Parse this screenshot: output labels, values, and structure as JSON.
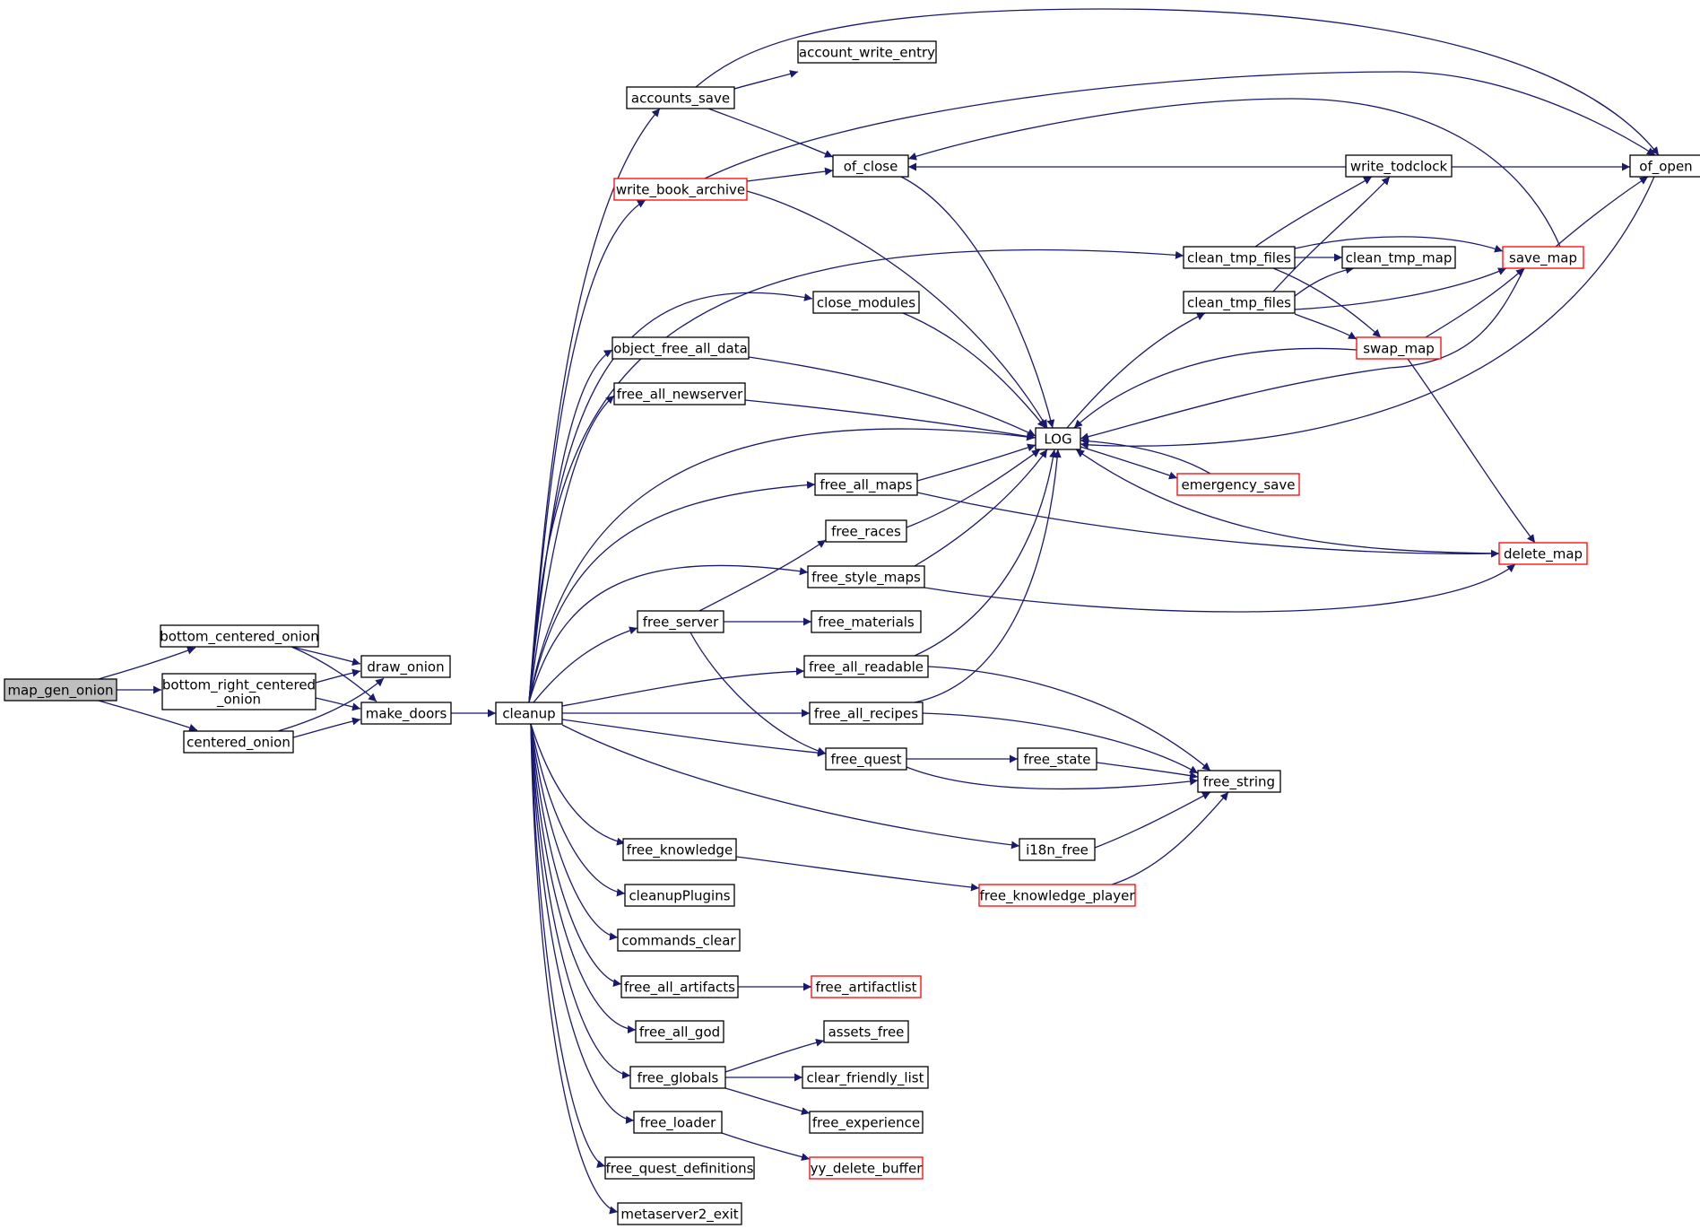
{
  "nodes": [
    {
      "id": "map_gen_onion",
      "label": [
        "map_gen_onion"
      ],
      "kind": "root"
    },
    {
      "id": "bottom_centered_onion",
      "label": [
        "bottom_centered_onion"
      ],
      "kind": "normal"
    },
    {
      "id": "bottom_right_centered_onion",
      "label": [
        "bottom_right_centered",
        "_onion"
      ],
      "kind": "normal"
    },
    {
      "id": "centered_onion",
      "label": [
        "centered_onion"
      ],
      "kind": "normal"
    },
    {
      "id": "draw_onion",
      "label": [
        "draw_onion"
      ],
      "kind": "normal"
    },
    {
      "id": "make_doors",
      "label": [
        "make_doors"
      ],
      "kind": "normal"
    },
    {
      "id": "cleanup",
      "label": [
        "cleanup"
      ],
      "kind": "normal"
    },
    {
      "id": "accounts_save",
      "label": [
        "accounts_save"
      ],
      "kind": "normal"
    },
    {
      "id": "account_write_entry",
      "label": [
        "account_write_entry"
      ],
      "kind": "normal"
    },
    {
      "id": "write_book_archive",
      "label": [
        "write_book_archive"
      ],
      "kind": "truncated"
    },
    {
      "id": "of_close",
      "label": [
        "of_close"
      ],
      "kind": "normal"
    },
    {
      "id": "write_todclock",
      "label": [
        "write_todclock"
      ],
      "kind": "normal"
    },
    {
      "id": "of_open",
      "label": [
        "of_open"
      ],
      "kind": "normal"
    },
    {
      "id": "clean_tmp_files_1",
      "label": [
        "clean_tmp_files"
      ],
      "kind": "normal"
    },
    {
      "id": "clean_tmp_map",
      "label": [
        "clean_tmp_map"
      ],
      "kind": "normal"
    },
    {
      "id": "save_map",
      "label": [
        "save_map"
      ],
      "kind": "truncated"
    },
    {
      "id": "clean_tmp_files_2",
      "label": [
        "clean_tmp_files"
      ],
      "kind": "normal"
    },
    {
      "id": "swap_map",
      "label": [
        "swap_map"
      ],
      "kind": "truncated"
    },
    {
      "id": "close_modules",
      "label": [
        "close_modules"
      ],
      "kind": "normal"
    },
    {
      "id": "object_free_all_data",
      "label": [
        "object_free_all_data"
      ],
      "kind": "normal"
    },
    {
      "id": "free_all_newserver",
      "label": [
        "free_all_newserver"
      ],
      "kind": "normal"
    },
    {
      "id": "LOG",
      "label": [
        "LOG"
      ],
      "kind": "normal"
    },
    {
      "id": "free_all_maps",
      "label": [
        "free_all_maps"
      ],
      "kind": "normal"
    },
    {
      "id": "emergency_save",
      "label": [
        "emergency_save"
      ],
      "kind": "truncated"
    },
    {
      "id": "free_races",
      "label": [
        "free_races"
      ],
      "kind": "normal"
    },
    {
      "id": "delete_map",
      "label": [
        "delete_map"
      ],
      "kind": "truncated"
    },
    {
      "id": "free_style_maps",
      "label": [
        "free_style_maps"
      ],
      "kind": "normal"
    },
    {
      "id": "free_server",
      "label": [
        "free_server"
      ],
      "kind": "normal"
    },
    {
      "id": "free_materials",
      "label": [
        "free_materials"
      ],
      "kind": "normal"
    },
    {
      "id": "free_all_readable",
      "label": [
        "free_all_readable"
      ],
      "kind": "normal"
    },
    {
      "id": "free_all_recipes",
      "label": [
        "free_all_recipes"
      ],
      "kind": "normal"
    },
    {
      "id": "free_quest",
      "label": [
        "free_quest"
      ],
      "kind": "normal"
    },
    {
      "id": "free_state",
      "label": [
        "free_state"
      ],
      "kind": "normal"
    },
    {
      "id": "free_string",
      "label": [
        "free_string"
      ],
      "kind": "normal"
    },
    {
      "id": "i18n_free",
      "label": [
        "i18n_free"
      ],
      "kind": "normal"
    },
    {
      "id": "free_knowledge",
      "label": [
        "free_knowledge"
      ],
      "kind": "normal"
    },
    {
      "id": "free_knowledge_player",
      "label": [
        "free_knowledge_player"
      ],
      "kind": "truncated"
    },
    {
      "id": "cleanupPlugins",
      "label": [
        "cleanupPlugins"
      ],
      "kind": "normal"
    },
    {
      "id": "commands_clear",
      "label": [
        "commands_clear"
      ],
      "kind": "normal"
    },
    {
      "id": "free_all_artifacts",
      "label": [
        "free_all_artifacts"
      ],
      "kind": "normal"
    },
    {
      "id": "free_artifactlist",
      "label": [
        "free_artifactlist"
      ],
      "kind": "truncated"
    },
    {
      "id": "free_all_god",
      "label": [
        "free_all_god"
      ],
      "kind": "normal"
    },
    {
      "id": "assets_free",
      "label": [
        "assets_free"
      ],
      "kind": "normal"
    },
    {
      "id": "free_globals",
      "label": [
        "free_globals"
      ],
      "kind": "normal"
    },
    {
      "id": "clear_friendly_list",
      "label": [
        "clear_friendly_list"
      ],
      "kind": "normal"
    },
    {
      "id": "free_experience",
      "label": [
        "free_experience"
      ],
      "kind": "normal"
    },
    {
      "id": "free_loader",
      "label": [
        "free_loader"
      ],
      "kind": "normal"
    },
    {
      "id": "yy_delete_buffer",
      "label": [
        "yy_delete_buffer"
      ],
      "kind": "truncated"
    },
    {
      "id": "free_quest_definitions",
      "label": [
        "free_quest_definitions"
      ],
      "kind": "normal"
    },
    {
      "id": "metaserver2_exit",
      "label": [
        "metaserver2_exit"
      ],
      "kind": "normal"
    }
  ],
  "edges": [
    [
      "map_gen_onion",
      "bottom_centered_onion"
    ],
    [
      "map_gen_onion",
      "bottom_right_centered_onion"
    ],
    [
      "map_gen_onion",
      "centered_onion"
    ],
    [
      "bottom_centered_onion",
      "draw_onion"
    ],
    [
      "bottom_centered_onion",
      "make_doors"
    ],
    [
      "bottom_right_centered_onion",
      "draw_onion"
    ],
    [
      "bottom_right_centered_onion",
      "make_doors"
    ],
    [
      "centered_onion",
      "draw_onion"
    ],
    [
      "centered_onion",
      "make_doors"
    ],
    [
      "make_doors",
      "cleanup"
    ],
    [
      "cleanup",
      "accounts_save"
    ],
    [
      "cleanup",
      "write_book_archive"
    ],
    [
      "cleanup",
      "clean_tmp_files_1"
    ],
    [
      "cleanup",
      "close_modules"
    ],
    [
      "cleanup",
      "object_free_all_data"
    ],
    [
      "cleanup",
      "free_all_newserver"
    ],
    [
      "cleanup",
      "LOG"
    ],
    [
      "cleanup",
      "free_all_maps"
    ],
    [
      "cleanup",
      "free_style_maps"
    ],
    [
      "cleanup",
      "free_server"
    ],
    [
      "cleanup",
      "free_all_readable"
    ],
    [
      "cleanup",
      "free_all_recipes"
    ],
    [
      "cleanup",
      "free_quest"
    ],
    [
      "cleanup",
      "i18n_free"
    ],
    [
      "cleanup",
      "free_knowledge"
    ],
    [
      "cleanup",
      "cleanupPlugins"
    ],
    [
      "cleanup",
      "commands_clear"
    ],
    [
      "cleanup",
      "free_all_artifacts"
    ],
    [
      "cleanup",
      "free_all_god"
    ],
    [
      "cleanup",
      "free_globals"
    ],
    [
      "cleanup",
      "free_loader"
    ],
    [
      "cleanup",
      "free_quest_definitions"
    ],
    [
      "cleanup",
      "metaserver2_exit"
    ],
    [
      "accounts_save",
      "account_write_entry"
    ],
    [
      "accounts_save",
      "of_close"
    ],
    [
      "accounts_save",
      "of_open"
    ],
    [
      "write_book_archive",
      "of_close"
    ],
    [
      "write_book_archive",
      "of_open"
    ],
    [
      "write_book_archive",
      "LOG"
    ],
    [
      "of_close",
      "LOG"
    ],
    [
      "write_todclock",
      "of_close"
    ],
    [
      "write_todclock",
      "of_open"
    ],
    [
      "clean_tmp_files_1",
      "write_todclock"
    ],
    [
      "clean_tmp_files_1",
      "clean_tmp_map"
    ],
    [
      "clean_tmp_files_1",
      "save_map"
    ],
    [
      "clean_tmp_files_1",
      "swap_map"
    ],
    [
      "clean_tmp_files_2",
      "write_todclock"
    ],
    [
      "clean_tmp_files_2",
      "clean_tmp_map"
    ],
    [
      "clean_tmp_files_2",
      "save_map"
    ],
    [
      "clean_tmp_files_2",
      "swap_map"
    ],
    [
      "save_map",
      "of_open"
    ],
    [
      "save_map",
      "of_close"
    ],
    [
      "save_map",
      "LOG"
    ],
    [
      "swap_map",
      "save_map"
    ],
    [
      "swap_map",
      "LOG"
    ],
    [
      "swap_map",
      "delete_map"
    ],
    [
      "of_open",
      "LOG"
    ],
    [
      "LOG",
      "clean_tmp_files_2"
    ],
    [
      "LOG",
      "emergency_save"
    ],
    [
      "emergency_save",
      "LOG"
    ],
    [
      "delete_map",
      "LOG"
    ],
    [
      "close_modules",
      "LOG"
    ],
    [
      "object_free_all_data",
      "LOG"
    ],
    [
      "free_all_newserver",
      "LOG"
    ],
    [
      "free_all_maps",
      "LOG"
    ],
    [
      "free_all_maps",
      "delete_map"
    ],
    [
      "free_races",
      "LOG"
    ],
    [
      "free_style_maps",
      "LOG"
    ],
    [
      "free_style_maps",
      "delete_map"
    ],
    [
      "free_server",
      "free_races"
    ],
    [
      "free_server",
      "free_materials"
    ],
    [
      "free_server",
      "free_quest"
    ],
    [
      "free_all_readable",
      "LOG"
    ],
    [
      "free_all_readable",
      "free_string"
    ],
    [
      "free_all_recipes",
      "LOG"
    ],
    [
      "free_all_recipes",
      "free_string"
    ],
    [
      "free_quest",
      "free_state"
    ],
    [
      "free_quest",
      "free_string"
    ],
    [
      "free_state",
      "free_string"
    ],
    [
      "i18n_free",
      "free_string"
    ],
    [
      "free_knowledge",
      "free_knowledge_player"
    ],
    [
      "free_knowledge_player",
      "free_string"
    ],
    [
      "free_all_artifacts",
      "free_artifactlist"
    ],
    [
      "free_globals",
      "assets_free"
    ],
    [
      "free_globals",
      "clear_friendly_list"
    ],
    [
      "free_globals",
      "free_experience"
    ],
    [
      "free_loader",
      "yy_delete_buffer"
    ]
  ],
  "colors": {
    "edge": "#191970",
    "node_border": "#000000",
    "truncated_border": "#ff0000",
    "root_fill": "#bfbfbf",
    "node_fill": "#ffffff"
  }
}
